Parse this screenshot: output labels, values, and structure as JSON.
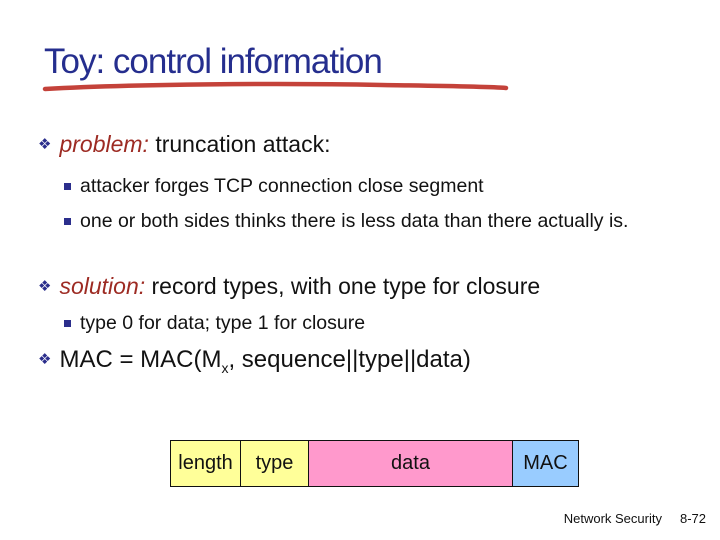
{
  "title": "Toy: control information",
  "icons": {
    "l1_bullet": "❖"
  },
  "bullets": {
    "b1": {
      "lead": "problem:",
      "rest": " truncation attack:"
    },
    "b1s1": "attacker forges TCP connection close segment",
    "b1s2": "one or both sides thinks there is less data than there actually is.",
    "b2": {
      "lead": "solution:",
      "rest": " record types, with one type for closure"
    },
    "b2s1": "type 0 for data; type 1 for closure",
    "b3": {
      "prefix": "MAC = MAC(M",
      "subscript": "x",
      "suffix": ", sequence||type||data)"
    }
  },
  "diagram": {
    "fields": [
      {
        "label": "length",
        "color": "#ffff99"
      },
      {
        "label": "type",
        "color": "#ffff99"
      },
      {
        "label": "data",
        "color": "#ff99cc"
      },
      {
        "label": "MAC",
        "color": "#99ccff"
      }
    ]
  },
  "footer": {
    "course": "Network Security",
    "page": "8-72"
  },
  "colors": {
    "title_blue": "#252e8e",
    "bullet_blue": "#2b2e8c",
    "keyword_red": "#9d2b23",
    "underline_red": "#c4423a",
    "text_black": "#121212"
  }
}
